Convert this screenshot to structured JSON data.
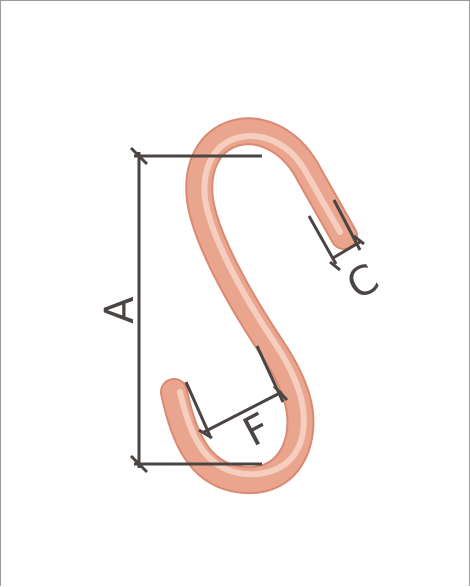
{
  "labels": {
    "a": "A",
    "c": "C",
    "f": "F"
  },
  "colors": {
    "hook_body": "#eaa58f",
    "hook_highlight": "#f9dccf",
    "hook_edge": "#d98a73",
    "dimension_line": "#4a4442",
    "frame_border": "#9a9a9a"
  },
  "icons": {
    "hook": "s-hook-drawing"
  }
}
